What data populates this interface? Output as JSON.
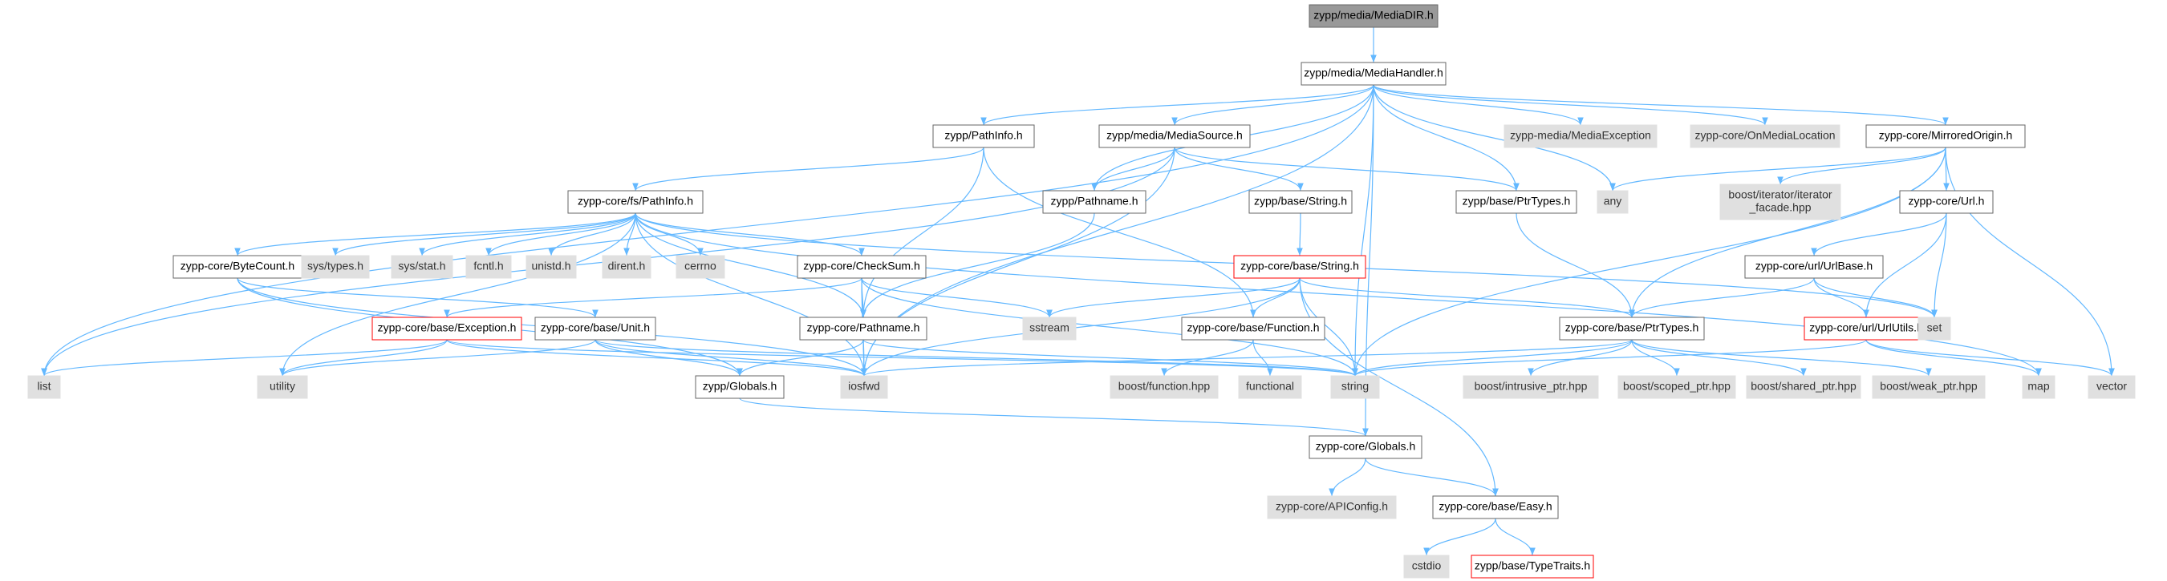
{
  "nodes": [
    {
      "id": "mediadir",
      "label": "zypp/media/MediaDIR.h",
      "style": "root"
    },
    {
      "id": "mediahandler",
      "label": "zypp/media/MediaHandler.h",
      "style": "normal"
    },
    {
      "id": "pathinfo",
      "label": "zypp/PathInfo.h",
      "style": "normal"
    },
    {
      "id": "mediasource",
      "label": "zypp/media/MediaSource.h",
      "style": "normal"
    },
    {
      "id": "mediaexception",
      "label": "zypp-media/MediaException",
      "style": "gray"
    },
    {
      "id": "onmedialocation",
      "label": "zypp-core/OnMediaLocation",
      "style": "gray"
    },
    {
      "id": "mirroredorigin",
      "label": "zypp-core/MirroredOrigin.h",
      "style": "normal"
    },
    {
      "id": "fspathinfo",
      "label": "zypp-core/fs/PathInfo.h",
      "style": "normal"
    },
    {
      "id": "pathname",
      "label": "zypp/Pathname.h",
      "style": "normal"
    },
    {
      "id": "basestring",
      "label": "zypp/base/String.h",
      "style": "normal"
    },
    {
      "id": "baseptrtypes",
      "label": "zypp/base/PtrTypes.h",
      "style": "normal"
    },
    {
      "id": "any",
      "label": "any",
      "style": "gray"
    },
    {
      "id": "boostiterator",
      "label": "boost/iterator/iterator\n_facade.hpp",
      "style": "gray"
    },
    {
      "id": "coreurl",
      "label": "zypp-core/Url.h",
      "style": "normal"
    },
    {
      "id": "bytecount",
      "label": "zypp-core/ByteCount.h",
      "style": "normal"
    },
    {
      "id": "systypes",
      "label": "sys/types.h",
      "style": "gray"
    },
    {
      "id": "sysstat",
      "label": "sys/stat.h",
      "style": "gray"
    },
    {
      "id": "fcntl",
      "label": "fcntl.h",
      "style": "gray"
    },
    {
      "id": "unistd",
      "label": "unistd.h",
      "style": "gray"
    },
    {
      "id": "dirent",
      "label": "dirent.h",
      "style": "gray"
    },
    {
      "id": "cerrno",
      "label": "cerrno",
      "style": "gray"
    },
    {
      "id": "checksum",
      "label": "zypp-core/CheckSum.h",
      "style": "normal"
    },
    {
      "id": "corestring",
      "label": "zypp-core/base/String.h",
      "style": "red"
    },
    {
      "id": "urlbase",
      "label": "zypp-core/url/UrlBase.h",
      "style": "normal"
    },
    {
      "id": "exception",
      "label": "zypp-core/base/Exception.h",
      "style": "red"
    },
    {
      "id": "unit",
      "label": "zypp-core/base/Unit.h",
      "style": "normal"
    },
    {
      "id": "corepathname",
      "label": "zypp-core/Pathname.h",
      "style": "normal"
    },
    {
      "id": "sstream",
      "label": "sstream",
      "style": "gray"
    },
    {
      "id": "function",
      "label": "zypp-core/base/Function.h",
      "style": "normal"
    },
    {
      "id": "coreptrtypes",
      "label": "zypp-core/base/PtrTypes.h",
      "style": "normal"
    },
    {
      "id": "urlutils",
      "label": "zypp-core/url/UrlUtils.h",
      "style": "red"
    },
    {
      "id": "set",
      "label": "set",
      "style": "gray"
    },
    {
      "id": "list",
      "label": "list",
      "style": "gray"
    },
    {
      "id": "utility",
      "label": "utility",
      "style": "gray"
    },
    {
      "id": "globals",
      "label": "zypp/Globals.h",
      "style": "normal"
    },
    {
      "id": "iosfwd",
      "label": "iosfwd",
      "style": "gray"
    },
    {
      "id": "boostfunction",
      "label": "boost/function.hpp",
      "style": "gray"
    },
    {
      "id": "functional",
      "label": "functional",
      "style": "gray"
    },
    {
      "id": "string",
      "label": "string",
      "style": "gray"
    },
    {
      "id": "intrusiveptr",
      "label": "boost/intrusive_ptr.hpp",
      "style": "gray"
    },
    {
      "id": "scopedptr",
      "label": "boost/scoped_ptr.hpp",
      "style": "gray"
    },
    {
      "id": "sharedptr",
      "label": "boost/shared_ptr.hpp",
      "style": "gray"
    },
    {
      "id": "weakptr",
      "label": "boost/weak_ptr.hpp",
      "style": "gray"
    },
    {
      "id": "map",
      "label": "map",
      "style": "gray"
    },
    {
      "id": "vector",
      "label": "vector",
      "style": "gray"
    },
    {
      "id": "coreglobals",
      "label": "zypp-core/Globals.h",
      "style": "normal"
    },
    {
      "id": "apiconfig",
      "label": "zypp-core/APIConfig.h",
      "style": "gray"
    },
    {
      "id": "easy",
      "label": "zypp-core/base/Easy.h",
      "style": "normal"
    },
    {
      "id": "cstdio",
      "label": "cstdio",
      "style": "gray"
    },
    {
      "id": "typetraits",
      "label": "zypp/base/TypeTraits.h",
      "style": "red"
    }
  ],
  "edges": [
    [
      "mediadir",
      "mediahandler"
    ],
    [
      "mediahandler",
      "pathinfo"
    ],
    [
      "mediahandler",
      "mediasource"
    ],
    [
      "mediahandler",
      "mediaexception"
    ],
    [
      "mediahandler",
      "onmedialocation"
    ],
    [
      "mediahandler",
      "mirroredorigin"
    ],
    [
      "mediahandler",
      "pathname"
    ],
    [
      "mediahandler",
      "baseptrtypes"
    ],
    [
      "mediahandler",
      "any"
    ],
    [
      "mediahandler",
      "list"
    ],
    [
      "mediahandler",
      "iosfwd"
    ],
    [
      "mediahandler",
      "string"
    ],
    [
      "mediahandler",
      "coreglobals"
    ],
    [
      "pathinfo",
      "fspathinfo"
    ],
    [
      "pathinfo",
      "corepathname"
    ],
    [
      "pathinfo",
      "function"
    ],
    [
      "mediasource",
      "pathname"
    ],
    [
      "mediasource",
      "basestring"
    ],
    [
      "mediasource",
      "baseptrtypes"
    ],
    [
      "mediasource",
      "list"
    ],
    [
      "mediasource",
      "iosfwd"
    ],
    [
      "mirroredorigin",
      "any"
    ],
    [
      "mirroredorigin",
      "boostiterator"
    ],
    [
      "mirroredorigin",
      "coreurl"
    ],
    [
      "mirroredorigin",
      "coreptrtypes"
    ],
    [
      "mirroredorigin",
      "string"
    ],
    [
      "mirroredorigin",
      "vector"
    ],
    [
      "fspathinfo",
      "bytecount"
    ],
    [
      "fspathinfo",
      "systypes"
    ],
    [
      "fspathinfo",
      "sysstat"
    ],
    [
      "fspathinfo",
      "fcntl"
    ],
    [
      "fspathinfo",
      "unistd"
    ],
    [
      "fspathinfo",
      "dirent"
    ],
    [
      "fspathinfo",
      "cerrno"
    ],
    [
      "fspathinfo",
      "checksum"
    ],
    [
      "fspathinfo",
      "corepathname"
    ],
    [
      "fspathinfo",
      "set"
    ],
    [
      "fspathinfo",
      "map"
    ],
    [
      "fspathinfo",
      "utility"
    ],
    [
      "fspathinfo",
      "iosfwd"
    ],
    [
      "pathname",
      "corepathname"
    ],
    [
      "basestring",
      "corestring"
    ],
    [
      "baseptrtypes",
      "coreptrtypes"
    ],
    [
      "coreurl",
      "urlbase"
    ],
    [
      "coreurl",
      "urlutils"
    ],
    [
      "coreurl",
      "set"
    ],
    [
      "bytecount",
      "unit"
    ],
    [
      "bytecount",
      "iosfwd"
    ],
    [
      "bytecount",
      "globals"
    ],
    [
      "checksum",
      "exception"
    ],
    [
      "checksum",
      "corepathname"
    ],
    [
      "checksum",
      "sstream"
    ],
    [
      "checksum",
      "iosfwd"
    ],
    [
      "checksum",
      "string"
    ],
    [
      "corestring",
      "sstream"
    ],
    [
      "corestring",
      "function"
    ],
    [
      "corestring",
      "coreptrtypes"
    ],
    [
      "corestring",
      "string"
    ],
    [
      "corestring",
      "iosfwd"
    ],
    [
      "corestring",
      "easy"
    ],
    [
      "urlbase",
      "coreptrtypes"
    ],
    [
      "urlbase",
      "urlutils"
    ],
    [
      "urlbase",
      "set"
    ],
    [
      "exception",
      "list"
    ],
    [
      "exception",
      "utility"
    ],
    [
      "exception",
      "iosfwd"
    ],
    [
      "exception",
      "string"
    ],
    [
      "unit",
      "utility"
    ],
    [
      "unit",
      "globals"
    ],
    [
      "unit",
      "iosfwd"
    ],
    [
      "unit",
      "string"
    ],
    [
      "corepathname",
      "globals"
    ],
    [
      "corepathname",
      "iosfwd"
    ],
    [
      "corepathname",
      "string"
    ],
    [
      "function",
      "boostfunction"
    ],
    [
      "function",
      "functional"
    ],
    [
      "coreptrtypes",
      "iosfwd"
    ],
    [
      "coreptrtypes",
      "string"
    ],
    [
      "coreptrtypes",
      "intrusiveptr"
    ],
    [
      "coreptrtypes",
      "scopedptr"
    ],
    [
      "coreptrtypes",
      "sharedptr"
    ],
    [
      "coreptrtypes",
      "weakptr"
    ],
    [
      "urlutils",
      "string"
    ],
    [
      "urlutils",
      "vector"
    ],
    [
      "urlutils",
      "map"
    ],
    [
      "globals",
      "coreglobals"
    ],
    [
      "coreglobals",
      "apiconfig"
    ],
    [
      "coreglobals",
      "easy"
    ],
    [
      "easy",
      "cstdio"
    ],
    [
      "easy",
      "typetraits"
    ]
  ]
}
